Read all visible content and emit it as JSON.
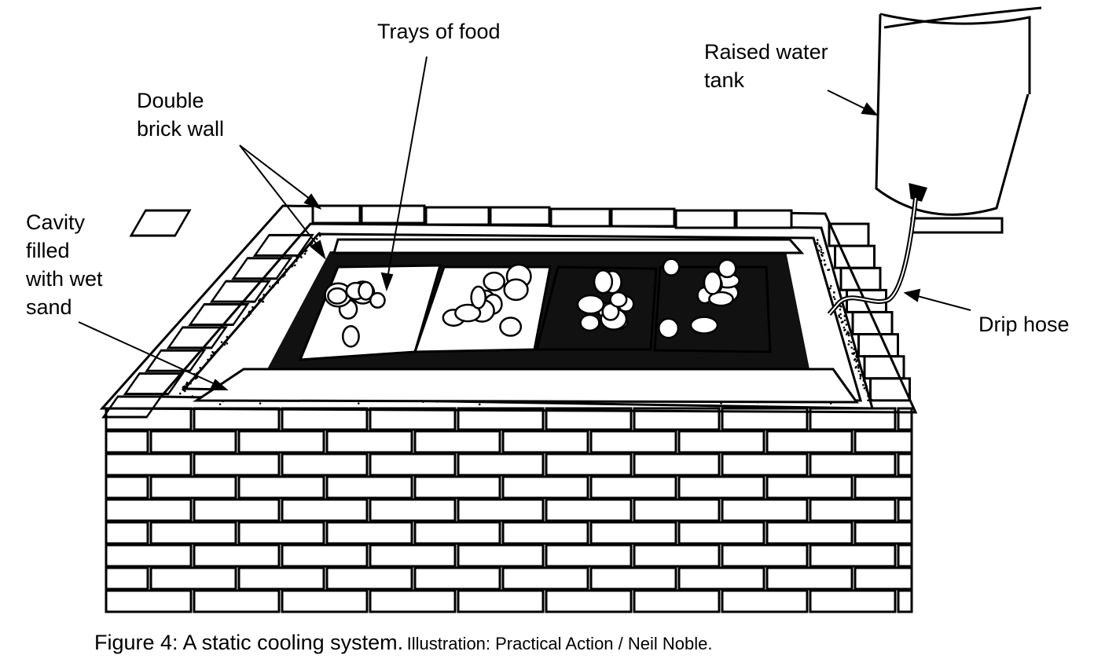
{
  "labels": {
    "trays": "Trays of food",
    "tank": [
      "Raised water",
      "tank"
    ],
    "wall": [
      "Double",
      "brick wall"
    ],
    "cavity": [
      "Cavity",
      "filled",
      "with wet",
      "sand"
    ],
    "hose": "Drip hose"
  },
  "caption": {
    "main": "Figure 4: A static cooling system.",
    "credit": "Illustration: Practical Action / Neil Noble."
  }
}
